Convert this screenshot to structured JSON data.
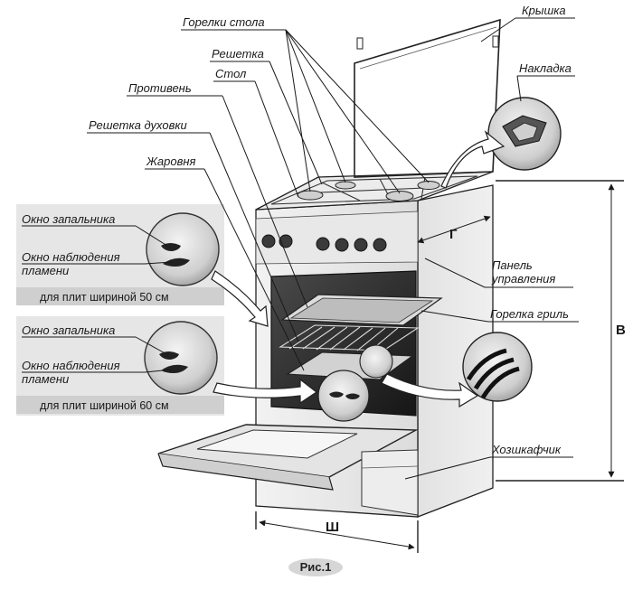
{
  "labels": {
    "burners": "Горелки стола",
    "lid": "Крышка",
    "grate": "Решетка",
    "cover_plate": "Накладка",
    "table": "Стол",
    "baking_tray": "Противень",
    "oven_rack": "Решетка духовки",
    "roasting_pan": "Жаровня",
    "control_panel_line1": "Панель",
    "control_panel_line2": "управления",
    "grill_burner": "Горелка гриль",
    "drawer": "Хозшкафчик"
  },
  "insets": [
    {
      "ignition_window": "Окно запальника",
      "observation_line1": "Окно наблюдения",
      "observation_line2": "пламени",
      "caption": "для плит шириной 50 см"
    },
    {
      "ignition_window": "Окно запальника",
      "observation_line1": "Окно наблюдения",
      "observation_line2": "пламени",
      "caption": "для плит шириной 60 см"
    }
  ],
  "dimensions": {
    "depth": "Г",
    "height": "В",
    "width": "Ш"
  },
  "figure_caption": "Рис.1",
  "colors": {
    "line": "#1a1a1a",
    "panel_gray": "#e6e6e6",
    "caption_gray": "#cfcfcf",
    "oven_dark": "#2a2a2a"
  }
}
